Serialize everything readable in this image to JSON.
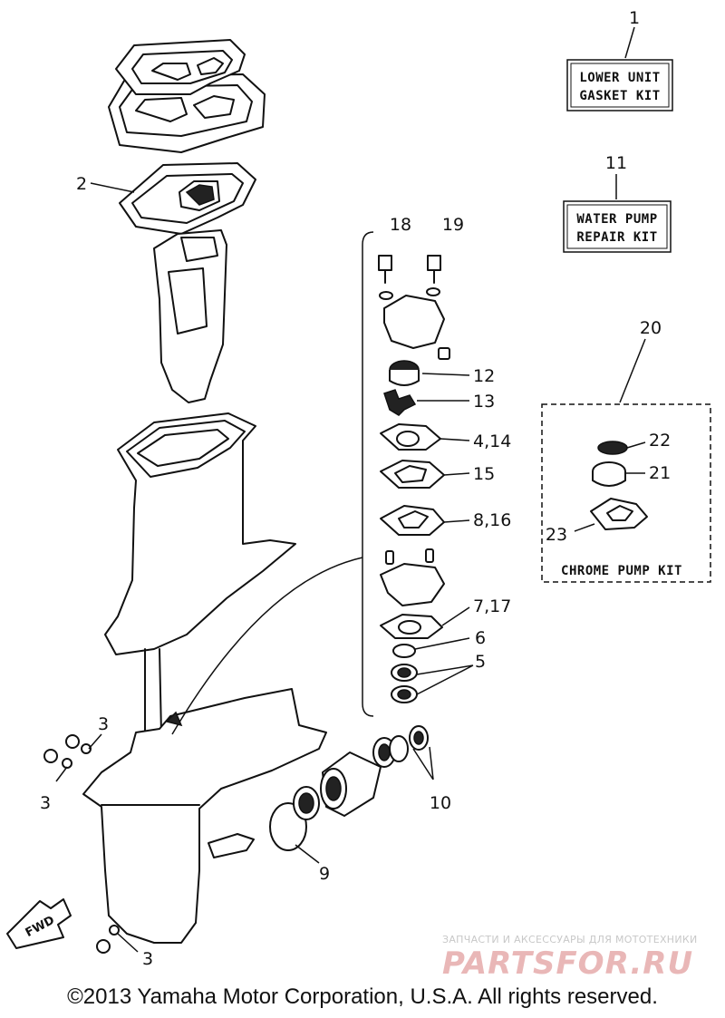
{
  "callouts": {
    "c1": "1",
    "c2": "2",
    "c3a": "3",
    "c3b": "3",
    "c3c": "3",
    "c4_14": "4,14",
    "c5": "5",
    "c6": "6",
    "c7_17": "7,17",
    "c8_16": "8,16",
    "c9": "9",
    "c10": "10",
    "c11": "11",
    "c12": "12",
    "c13": "13",
    "c15": "15",
    "c18": "18",
    "c19": "19",
    "c20": "20",
    "c21": "21",
    "c22": "22",
    "c23": "23"
  },
  "kits": {
    "lower_unit_line1": "LOWER UNIT",
    "lower_unit_line2": "GASKET KIT",
    "water_pump_line1": "WATER PUMP",
    "water_pump_line2": "REPAIR KIT",
    "chrome_pump": "CHROME PUMP KIT"
  },
  "fwd_label": "FWD",
  "watermark": {
    "line": "ЗАПЧАСТИ И АКСЕССУАРЫ ДЛЯ МОТОТЕХНИКИ",
    "brand": "PARTSFOR.RU"
  },
  "copyright": "©2013 Yamaha Motor Corporation, U.S.A. All rights reserved."
}
